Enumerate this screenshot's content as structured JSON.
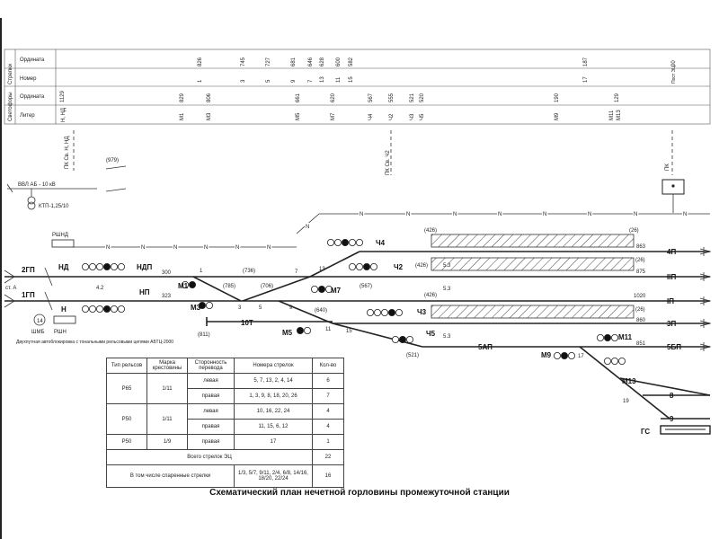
{
  "caption": "Схематический план нечетной горловины промежуточной станции",
  "header_table": {
    "group_labels": [
      "Стрелки",
      "Светофоры"
    ],
    "rows": [
      {
        "label": "Ордината",
        "values": [
          "826",
          "745",
          "727",
          "681",
          "646",
          "628",
          "600",
          "582",
          "187",
          "00"
        ]
      },
      {
        "label": "Номер",
        "values": [
          "1",
          "3",
          "5",
          "9",
          "7",
          "13",
          "11",
          "15",
          "17",
          "Пост ЭЦ"
        ]
      },
      {
        "label": "Ордината",
        "values": [
          "1129",
          "829",
          "806",
          "661",
          "620",
          "567",
          "555",
          "521",
          "520",
          "190",
          "129"
        ]
      },
      {
        "label": "Литер",
        "values": [
          "Н, НД",
          "М1",
          "М3",
          "М5",
          "М7",
          "Ч4",
          "Ч2",
          "Ч3",
          "Ч5",
          "М9",
          "М11",
          "М13"
        ]
      }
    ]
  },
  "top_labels": {
    "pk_1": "ПК Св. Н, НД",
    "pk_2": "ПК Св. Ч2",
    "pk_3": "ПК",
    "n979": "(979)"
  },
  "power": {
    "line": "ВВЛ АБ - 10 кВ",
    "ktp": "КТП-1,25/10"
  },
  "n_marker": "N",
  "tracks": [
    {
      "name": "4П",
      "len": "863",
      "a": "(426)",
      "b": "(26)"
    },
    {
      "name": "IIП",
      "len": "875",
      "a": "(426)",
      "b": "(26)",
      "c": "5.3"
    },
    {
      "name": "IП",
      "len": "1020",
      "a": "(426)"
    },
    {
      "name": "3П",
      "len": "860",
      "a": "(26)"
    },
    {
      "name": "5БП",
      "len": "851"
    },
    {
      "name": "5АП",
      "len": ""
    },
    {
      "name": "8",
      "len": "19"
    },
    {
      "name": "9",
      "len": ""
    }
  ],
  "left_labels": {
    "rshnd": "РШНД",
    "nd": "НД",
    "ndp": "НДП",
    "np": "НП",
    "n": "Н",
    "rshn": "РШН",
    "sh_mb": "ШМБ",
    "circle_14": "14",
    "gp2": "2ГП",
    "gp1": "1ГП",
    "st_a": "ст. А",
    "v42": "4.2",
    "v300": "300",
    "v323": "323",
    "auto_block": "Двухпутная автоблокировка с тональными рельсовыми цепями АБТЦ-2000"
  },
  "mid_labels": {
    "m1": "М1",
    "m3": "М3",
    "m5": "М5",
    "m7": "М7",
    "m9": "М9",
    "m11": "М11",
    "m13": "М13",
    "ch2": "Ч2",
    "ch3": "Ч3",
    "ch4": "Ч4",
    "ch5": "Ч5",
    "t10": "10Т",
    "gs": "ГС",
    "n736": "(736)",
    "n785": "(785)",
    "n706": "(706)",
    "n640": "(640)",
    "n811": "(811)",
    "n567": "(567)",
    "n521": "(521)",
    "sw1": "1",
    "sw3": "3",
    "sw5": "5",
    "sw7": "7",
    "sw9": "9",
    "sw11": "11",
    "sw13": "13",
    "sw15": "15",
    "sw17": "17",
    "v53a": "5.3",
    "v53b": "5.3"
  },
  "legend": {
    "headers": [
      "Тип рельсов",
      "Марка крестовины",
      "Сторонность перевода",
      "Номера стрелок",
      "Кол-во"
    ],
    "rows": [
      [
        "Р65",
        "1/11",
        "левая",
        "5, 7, 13, 2, 4, 14",
        "6"
      ],
      [
        "",
        "",
        "правая",
        "1, 3, 9, 8, 18, 20, 26",
        "7"
      ],
      [
        "Р50",
        "1/11",
        "левая",
        "10, 16, 22, 24",
        "4"
      ],
      [
        "",
        "",
        "правая",
        "11, 15, 6, 12",
        "4"
      ],
      [
        "Р50",
        "1/9",
        "правая",
        "17",
        "1"
      ]
    ],
    "total_label": "Всего стрелок ЭЦ",
    "total_value": "22",
    "paired_label": "В том числе спаренные стрелки",
    "paired_values": "1/3, 5/7, 9/11, 2/4, 6/8, 14/16, 18/20, 22/24",
    "paired_count": "16"
  }
}
